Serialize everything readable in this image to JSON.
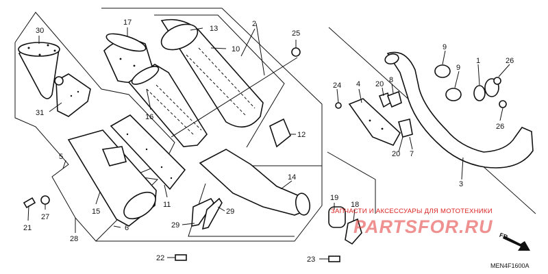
{
  "diagram": {
    "code": "MEN4F1600A",
    "direction_label": "FR.",
    "watermark": {
      "tagline": "ЗАПЧАСТИ И АКСЕССУАРЫ ДЛЯ МОТОТЕХНИКИ",
      "brand": "PARTSFOR.RU"
    },
    "callouts": {
      "p1": "1",
      "p2": "2",
      "p3": "3",
      "p4": "4",
      "p5": "5",
      "p6": "6",
      "p7": "7",
      "p8": "8",
      "p9a": "9",
      "p9b": "9",
      "p10": "10",
      "p11": "11",
      "p12": "12",
      "p13": "13",
      "p14": "14",
      "p15": "15",
      "p16": "16",
      "p17": "17",
      "p18": "18",
      "p19": "19",
      "p20a": "20",
      "p20b": "20",
      "p21": "21",
      "p22": "22",
      "p23": "23",
      "p24": "24",
      "p25": "25",
      "p26a": "26",
      "p26b": "26",
      "p27": "27",
      "p28": "28",
      "p29a": "29",
      "p29b": "29",
      "p30": "30",
      "p31": "31"
    }
  }
}
